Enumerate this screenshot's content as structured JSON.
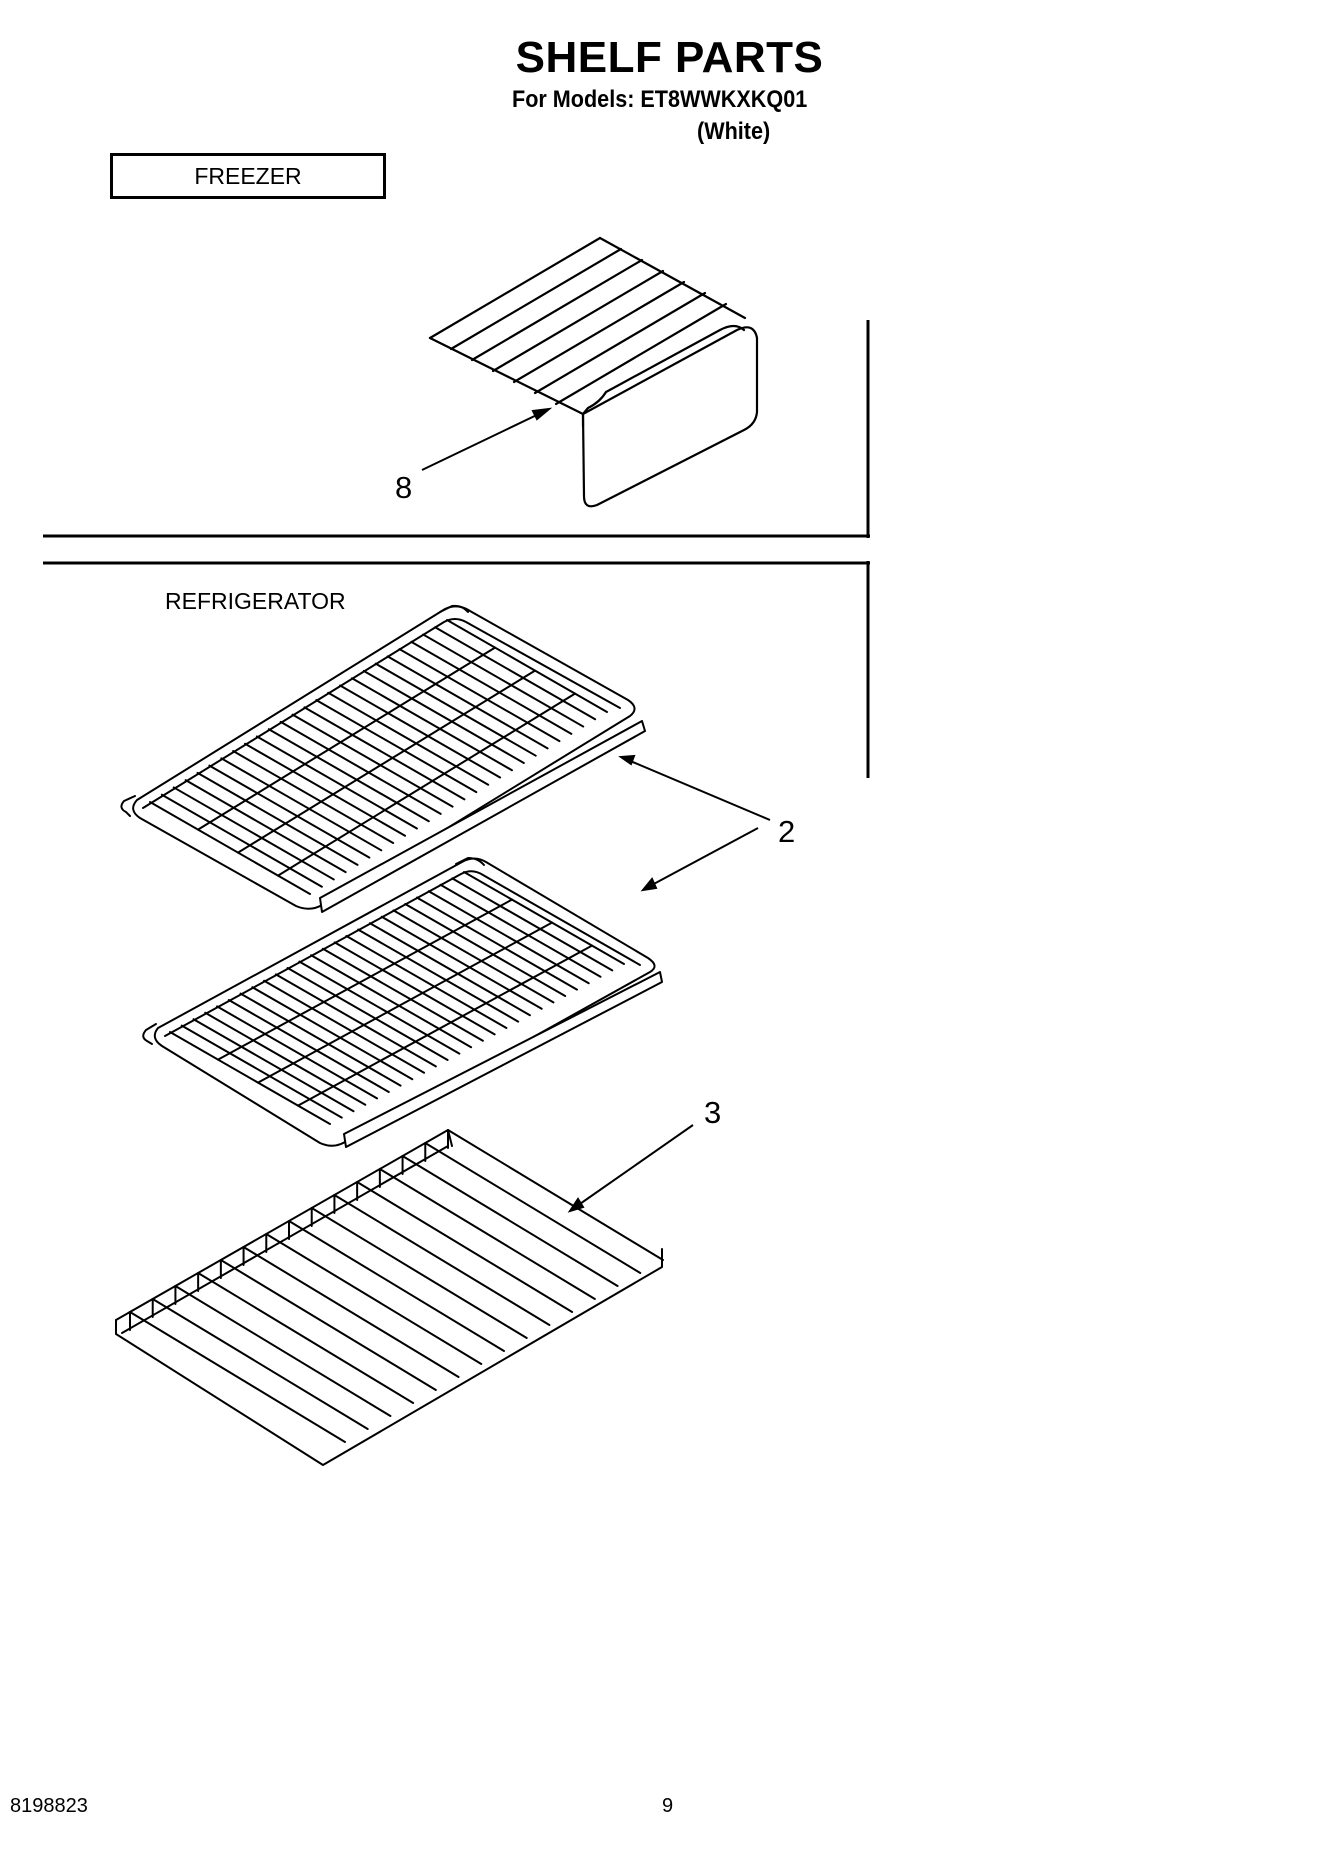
{
  "header": {
    "title": "SHELF PARTS",
    "models_line": "For Models: ET8WWKXKQ01",
    "variant": "(White)"
  },
  "sections": {
    "freezer_label": "FREEZER",
    "refrigerator_label": "REFRIGERATOR"
  },
  "callouts": {
    "part_8": "8",
    "part_2": "2",
    "part_3": "3"
  },
  "footer": {
    "document_number": "8198823",
    "page_number": "9"
  }
}
